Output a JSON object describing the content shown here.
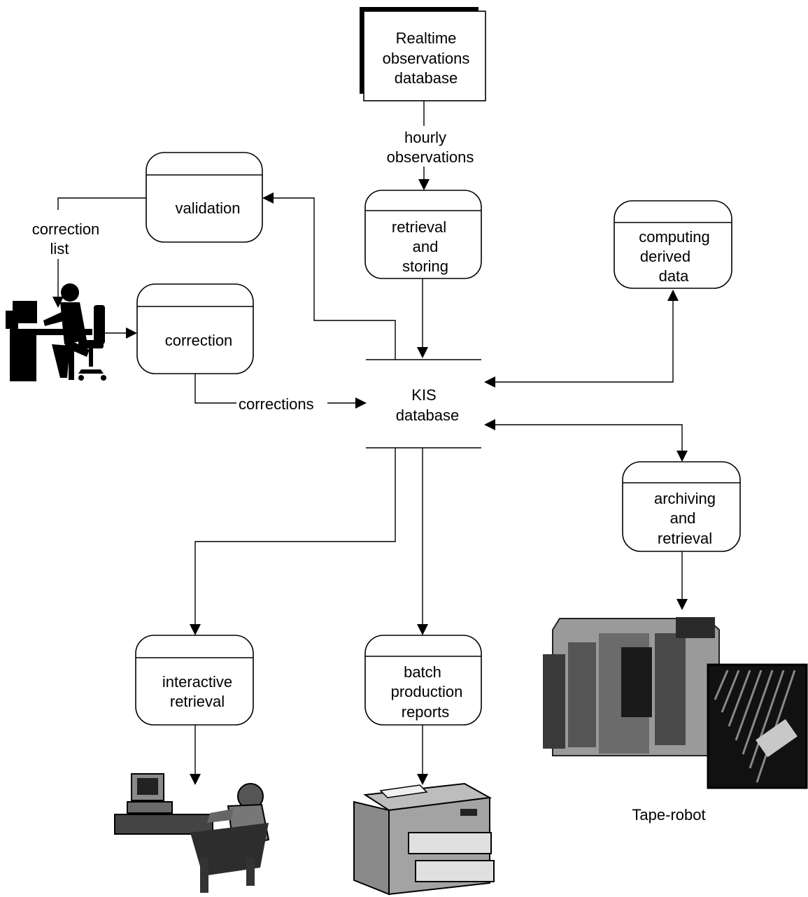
{
  "source": {
    "name": [
      "Realtime",
      "observations",
      "database"
    ]
  },
  "processes": {
    "retrieval": [
      "retrieval",
      "and",
      "storing"
    ],
    "validation": [
      "validation"
    ],
    "correction": [
      "correction"
    ],
    "computing": [
      "computing",
      "derived",
      "data"
    ],
    "archiving": [
      "archiving",
      "and",
      "retrieval"
    ],
    "interactive": [
      "interactive",
      "retrieval"
    ],
    "batch": [
      "batch",
      "production",
      "reports"
    ]
  },
  "store": {
    "name": [
      "KIS",
      "database"
    ]
  },
  "flows": {
    "hourly": [
      "hourly",
      "observations"
    ],
    "correction_list": [
      "correction",
      "list"
    ],
    "corrections": "corrections"
  },
  "devices": {
    "tape_robot": "Tape-robot"
  }
}
